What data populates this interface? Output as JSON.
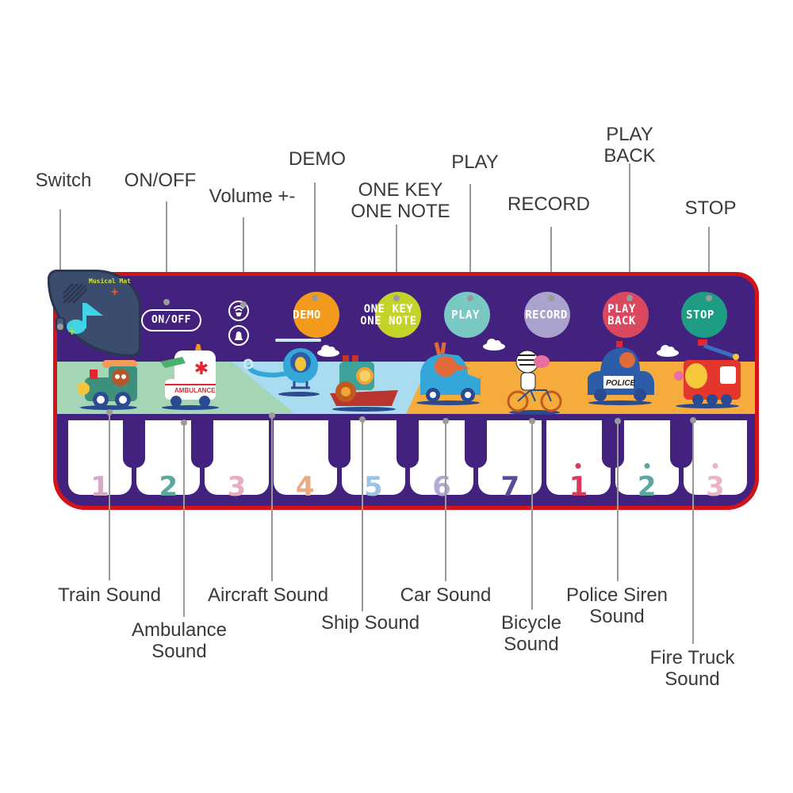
{
  "top_labels": {
    "switch": "Switch",
    "on_off": "ON/OFF",
    "volume": "Volume +-",
    "demo": "DEMO",
    "one_key_line1": "ONE KEY",
    "one_key_line2": "ONE NOTE",
    "play": "PLAY",
    "record": "RECORD",
    "play_back_line1": "PLAY",
    "play_back_line2": "BACK",
    "stop": "STOP"
  },
  "mat": {
    "brand": "Musical Mat",
    "on_off_button": "ON/OFF",
    "buttons": [
      {
        "id": "demo",
        "line1": "DEMO",
        "line2": "",
        "color": "#f29a1c"
      },
      {
        "id": "one-key-one-note",
        "line1": "ONE KEY",
        "line2": "ONE NOTE",
        "color": "#c3d32a"
      },
      {
        "id": "play",
        "line1": "PLAY",
        "line2": "",
        "color": "#79c8c4"
      },
      {
        "id": "record",
        "line1": "RECORD",
        "line2": "",
        "color": "#a9a3cd"
      },
      {
        "id": "play-back",
        "line1": "PLAY",
        "line2": "BACK",
        "color": "#d9485f"
      },
      {
        "id": "stop",
        "line1": "STOP",
        "line2": "",
        "color": "#1f9c84"
      }
    ],
    "scenes": [
      {
        "name": "Train",
        "bg": "#a4d6b6"
      },
      {
        "name": "Ambulance",
        "bg": "#a4d6b6",
        "text": "AMBULANCE"
      },
      {
        "name": "Helicopter",
        "bg": "#a9dbf1"
      },
      {
        "name": "Ship",
        "bg": "#a9dbf1"
      },
      {
        "name": "Car",
        "bg": "#f5ac3d"
      },
      {
        "name": "Bicycle",
        "bg": "#f5ac3d"
      },
      {
        "name": "Police",
        "bg": "#f5ac3d",
        "text": "POLICE"
      },
      {
        "name": "Fire Truck",
        "bg": "#f5ac3d"
      }
    ],
    "keys": [
      {
        "note": "1",
        "color": "#d6a9c8",
        "dot": false
      },
      {
        "note": "2",
        "color": "#5aa8a1",
        "dot": false
      },
      {
        "note": "3",
        "color": "#e8aec0",
        "dot": false
      },
      {
        "note": "4",
        "color": "#e8ab86",
        "dot": false
      },
      {
        "note": "5",
        "color": "#9dc3e4",
        "dot": false
      },
      {
        "note": "6",
        "color": "#b0acd4",
        "dot": false
      },
      {
        "note": "7",
        "color": "#5a4c9b",
        "dot": false
      },
      {
        "note": "1",
        "color": "#d63c5c",
        "dot": true
      },
      {
        "note": "2",
        "color": "#5aa8a1",
        "dot": true
      },
      {
        "note": "3",
        "color": "#e8b4c6",
        "dot": true
      }
    ]
  },
  "bottom_labels": {
    "train": "Train Sound",
    "ambulance_1": "Ambulance",
    "ambulance_2": "Sound",
    "aircraft": "Aircraft Sound",
    "ship": "Ship Sound",
    "car": "Car Sound",
    "bicycle_1": "Bicycle",
    "bicycle_2": "Sound",
    "police_1": "Police Siren",
    "police_2": "Sound",
    "fire_1": "Fire Truck",
    "fire_2": "Sound"
  }
}
